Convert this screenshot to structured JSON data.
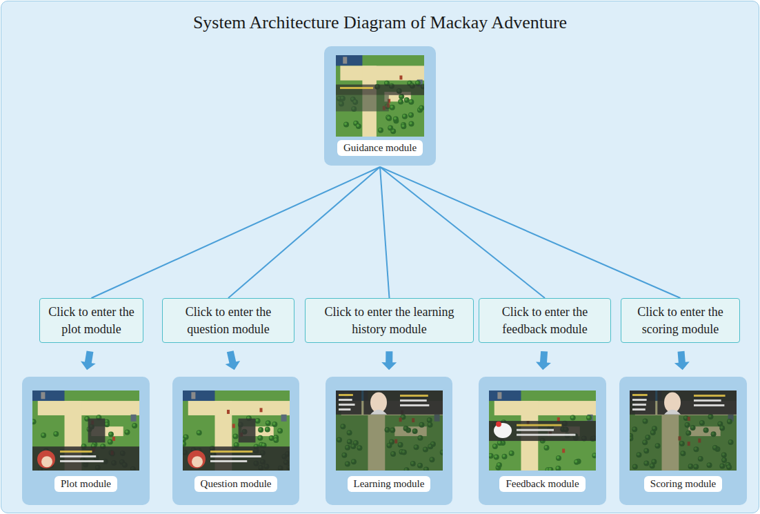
{
  "diagram": {
    "title": "System Architecture Diagram of Mackay Adventure",
    "nodes": [
      {
        "text": [
          "Guidance module"
        ]
      },
      {
        "text": [
          "Click to enter the plot module"
        ]
      },
      {
        "text": [
          "Click to enter the question module"
        ]
      },
      {
        "text": [
          "Click to enter the learning history module"
        ]
      },
      {
        "text": [
          "Click to enter the feedback module"
        ]
      },
      {
        "text": [
          "Click to enter the scoring module"
        ]
      },
      {
        "text": [
          "Plot module"
        ]
      },
      {
        "text": [
          "Question module"
        ]
      },
      {
        "text": [
          "Learning module"
        ]
      },
      {
        "text": [
          "Feedback module"
        ]
      },
      {
        "text": [
          "Scoring module"
        ]
      }
    ],
    "edges": [
      {
        "from": 0,
        "to": 1,
        "arrow": "none"
      },
      {
        "from": 0,
        "to": 2,
        "arrow": "none"
      },
      {
        "from": 0,
        "to": 3,
        "arrow": "none"
      },
      {
        "from": 0,
        "to": 4,
        "arrow": "none"
      },
      {
        "from": 0,
        "to": 5,
        "arrow": "none"
      },
      {
        "from": 1,
        "to": 6,
        "arrow": "to"
      },
      {
        "from": 2,
        "to": 7,
        "arrow": "to"
      },
      {
        "from": 3,
        "to": 8,
        "arrow": "to"
      },
      {
        "from": 4,
        "to": 9,
        "arrow": "to"
      },
      {
        "from": 5,
        "to": 10,
        "arrow": "to"
      }
    ]
  }
}
